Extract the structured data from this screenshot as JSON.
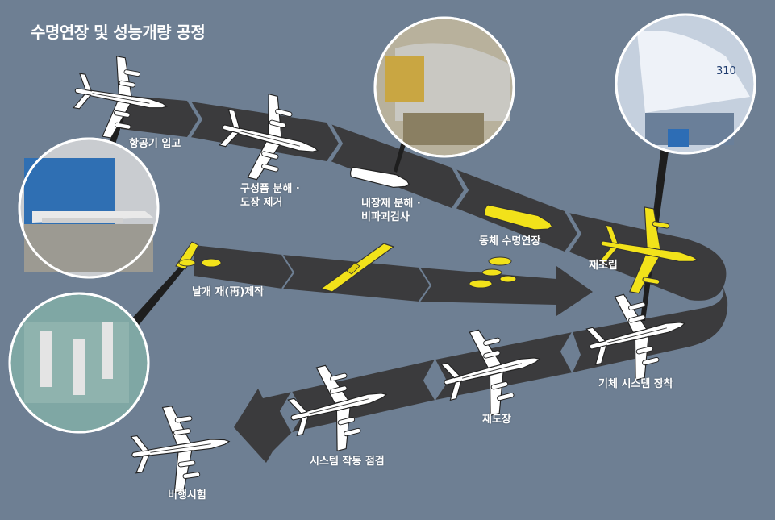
{
  "title": "수명연장 및 성능개량 공정",
  "steps": {
    "arrival": "항공기 입고",
    "disassembly_1": "구성품 분해 ·",
    "disassembly_2": "도장 제거",
    "interior_1": "내장재 분해 ·",
    "interior_2": "비파괴검사",
    "fuselage": "동체 수명연장",
    "wing": "날개 재(再)제작",
    "reassembly": "재조립",
    "systems_install": "기체 시스템 장착",
    "repaint": "재도장",
    "systems_check": "시스템 작동 점검",
    "flight_test": "비행시험"
  },
  "colors": {
    "background": "#6e7f93",
    "band": "#3b3b3d",
    "highlight": "#f2e21a",
    "aircraft": "#ffffff"
  },
  "aircraft_tail_number": "310"
}
